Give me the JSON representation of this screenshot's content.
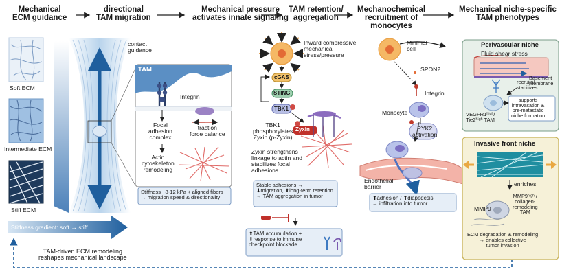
{
  "headers": {
    "h1": "Mechanical\nECM guidance",
    "h2": "directional\nTAM migration",
    "h3": "Mechanical pressure\nactivates innate signaling",
    "h4": "TAM retention/\naggregation",
    "h5": "Mechanochemical\nrecruitment of\nmonocytes",
    "h6": "Mechanical niche-specific\nTAM phenotypes"
  },
  "ecm": {
    "soft": "Soft ECM",
    "intermediate": "Intermediate ECM",
    "stiff": "Stiff ECM",
    "gradient": "Stiffness gradient: soft → stiff",
    "contact_guidance": "contact\nguidance"
  },
  "tam_panel": {
    "tam": "TAM",
    "integrin": "Integrin",
    "focal": "Focal\nadhesion\ncomplex",
    "traction": "traction\nforce balance",
    "actin": "Actin\ncytoskeleton\nremodeling",
    "stiffness_note": "Stiffness ~8-12 kPa + aligned fibers\n→ migration speed & directionality"
  },
  "signaling": {
    "compressive": "Inward compressive\nmechanical\nstress/pressure",
    "cgas": "cGAS",
    "sting": "STING",
    "tbk1": "TBK1",
    "zyxin": "Zyxin",
    "tbk1_phos": "TBK1\nphosphorylates\nZyxin (p-Zyxin)",
    "zyxin_strengthens": "Zyxin strengthens\nlinkage to actin and\nstabilizes focal\nadhesions",
    "stable_box": "Stable adhesions →\n⬇migration, ⬆long-term retention\n→ TAM aggregation in tumor",
    "accum_box": "⬆TAM accumulation +\n⬇response to immune\ncheckpoint blockade"
  },
  "recruit": {
    "minimal": "Minimal\ncell",
    "spon2": "SPON2",
    "integrin": "Integrin",
    "monocyte": "Monocyte",
    "pyk2": "PYK2\nactivation",
    "endothelial": "Endothelial\nbarrier",
    "adhesion_box": "⬆adhesion / ⬆diapedesis\n→ infiltration into tumor"
  },
  "perivascular": {
    "title": "Perivascular niche",
    "fluid": "Fluid shear stress",
    "basement": "Basement\nmembrane",
    "recruits": "recruits/\nstabilizes",
    "vegfr": "VEGFR1ʰⁱᵍʰ/\nTie2ʰⁱᵍʰ TAM",
    "supports": "supports\nintravasation &\npre-metastatic\nniche formation"
  },
  "invasive": {
    "title": "Invasive front niche",
    "enriches": "enriches",
    "mmp9": "MMP9",
    "mmp9tam": "MMP9ʰⁱᵍʰ /\ncollagen-\nremodeling\nTAM",
    "ecm_deg": "ECM degradation & remodeling\n→ enables collective\ntumor invasion"
  },
  "footer": "TAM-driven ECM remodeling\nreshapes mechanical landscape",
  "colors": {
    "arrow_blue": "#1f5f9e",
    "tan_box": "#e8d58f",
    "niche_bg": "#e8f0ea",
    "invasive_bg": "#f6f1d8",
    "tam_blue": "#5b8fc4"
  }
}
